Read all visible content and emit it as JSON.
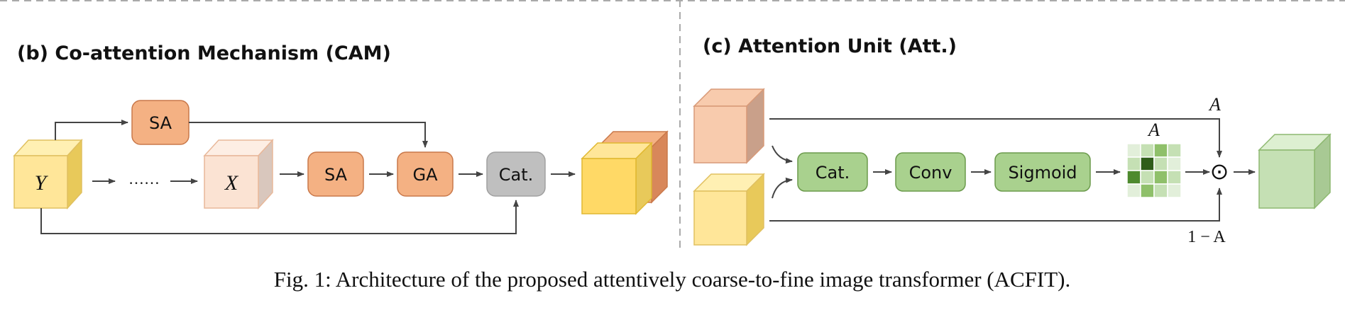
{
  "panel_b": {
    "title": "(b) Co-attention Mechanism (CAM)",
    "y_label": "Y",
    "x_label": "X",
    "dots": "……",
    "sa_top": "SA",
    "sa_mid": "SA",
    "ga": "GA",
    "cat": "Cat."
  },
  "panel_c": {
    "title": "(c) Attention Unit (Att.)",
    "cat": "Cat.",
    "conv": "Conv",
    "sigmoid": "Sigmoid",
    "a_top": "A",
    "a_map": "A",
    "one_minus_a": "1 − A",
    "odot": "⊙"
  },
  "caption": "Fig. 1: Architecture of the proposed attentively coarse-to-fine image transformer (ACFIT).",
  "colors": {
    "orange_box": "#F4B183",
    "orange_stroke": "#C9784A",
    "gray_box": "#BFBFBF",
    "green_box": "#A9D18E",
    "green_stroke": "#6B9A4C",
    "yellow_cube": "#FFE699",
    "peach_cube": "#FBE0D0",
    "green_cube": "#C5E0B4",
    "arrow": "#444444"
  },
  "attention_map": [
    [
      0,
      1,
      2,
      1
    ],
    [
      1,
      4,
      1,
      0
    ],
    [
      3,
      1,
      2,
      1
    ],
    [
      0,
      2,
      1,
      0
    ]
  ]
}
